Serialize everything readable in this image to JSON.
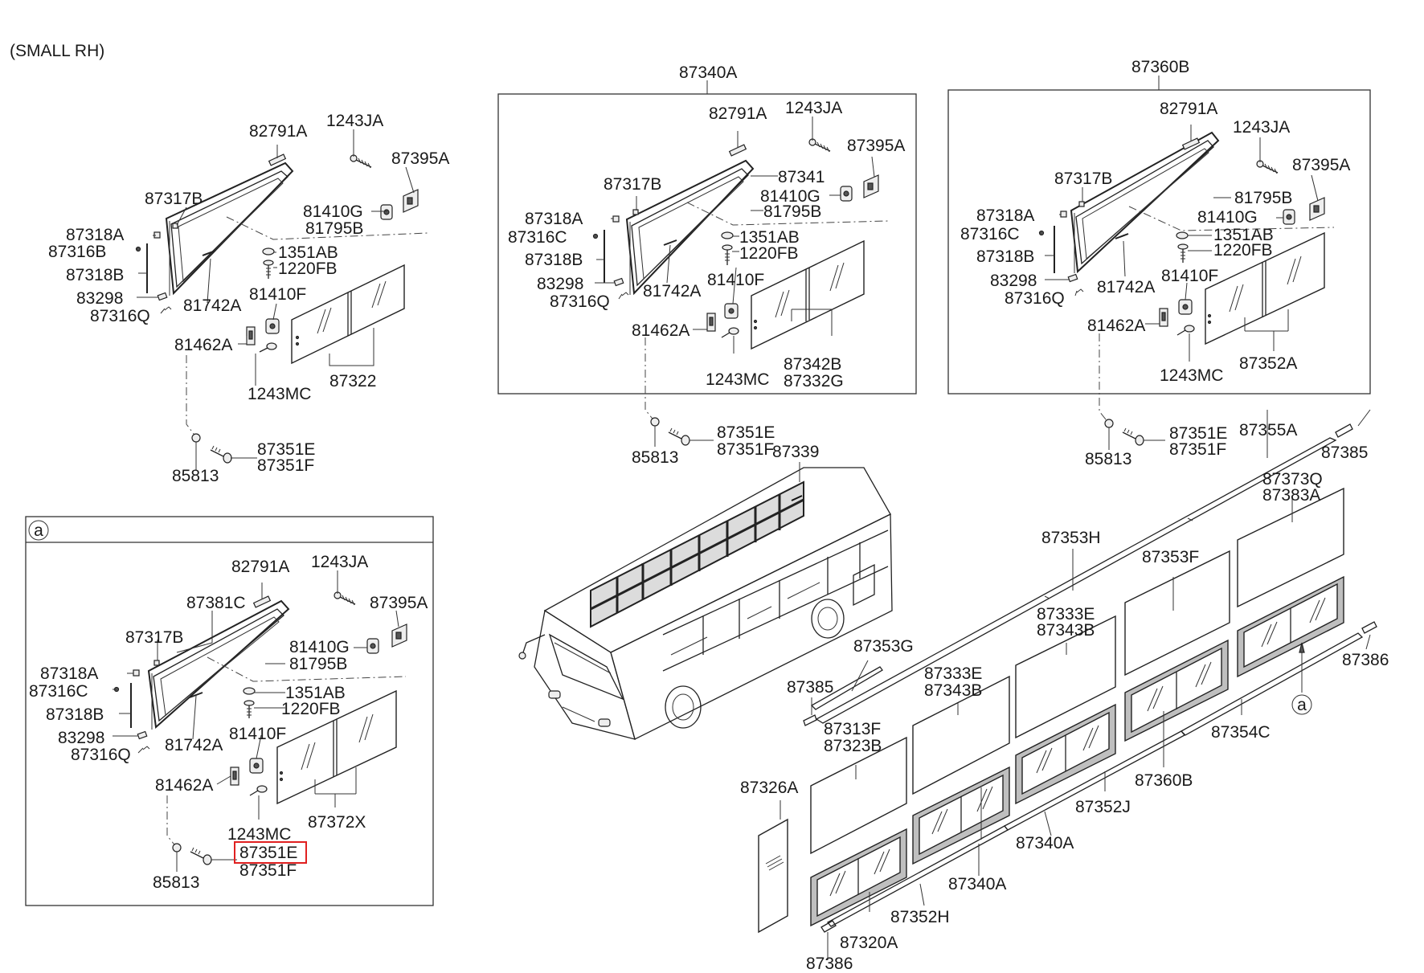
{
  "title": "(SMALL RH)",
  "callout": "a",
  "callout_b": "a",
  "labels": {
    "p1_82791A": "82791A",
    "p1_1243JA": "1243JA",
    "p1_87395A": "87395A",
    "p1_87317B": "87317B",
    "p1_81410G": "81410G",
    "p1_81795B": "81795B",
    "p1_87318A": "87318A",
    "p1_87316B": "87316B",
    "p1_1351AB": "1351AB",
    "p1_87318B": "87318B",
    "p1_1220FB": "1220FB",
    "p1_83298": "83298",
    "p1_81742A": "81742A",
    "p1_81410F": "81410F",
    "p1_87316Q": "87316Q",
    "p1_81462A": "81462A",
    "p1_87322": "87322",
    "p1_1243MC": "1243MC",
    "p1_87351E": "87351E",
    "p1_87351F": "87351F",
    "p1_85813": "85813",
    "p2_87340A": "87340A",
    "p2_82791A": "82791A",
    "p2_1243JA": "1243JA",
    "p2_87395A": "87395A",
    "p2_87317B": "87317B",
    "p2_87341": "87341",
    "p2_81410G": "81410G",
    "p2_87318A": "87318A",
    "p2_81795B": "81795B",
    "p2_87316C": "87316C",
    "p2_1351AB": "1351AB",
    "p2_87318B": "87318B",
    "p2_1220FB": "1220FB",
    "p2_83298": "83298",
    "p2_81742A": "81742A",
    "p2_81410F": "81410F",
    "p2_87316Q": "87316Q",
    "p2_81462A": "81462A",
    "p2_87342B": "87342B",
    "p2_1243MC": "1243MC",
    "p2_87332G": "87332G",
    "p2_87351E": "87351E",
    "p2_87351F": "87351F",
    "p2_85813": "85813",
    "p3_87360B": "87360B",
    "p3_82791A": "82791A",
    "p3_1243JA": "1243JA",
    "p3_87395A": "87395A",
    "p3_87317B": "87317B",
    "p3_81795B": "81795B",
    "p3_87318A": "87318A",
    "p3_81410G": "81410G",
    "p3_87316C": "87316C",
    "p3_1351AB": "1351AB",
    "p3_87318B": "87318B",
    "p3_1220FB": "1220FB",
    "p3_83298": "83298",
    "p3_81742A": "81742A",
    "p3_81410F": "81410F",
    "p3_87316Q": "87316Q",
    "p3_81462A": "81462A",
    "p3_87352A": "87352A",
    "p3_1243MC": "1243MC",
    "p3_87351E": "87351E",
    "p3_87355A": "87355A",
    "p3_87351F": "87351F",
    "p3_87385": "87385",
    "p3_85813": "85813",
    "p4_82791A": "82791A",
    "p4_1243JA": "1243JA",
    "p4_87381C": "87381C",
    "p4_87395A": "87395A",
    "p4_87317B": "87317B",
    "p4_81410G": "81410G",
    "p4_81795B": "81795B",
    "p4_87318A": "87318A",
    "p4_87316C": "87316C",
    "p4_1351AB": "1351AB",
    "p4_87318B": "87318B",
    "p4_1220FB": "1220FB",
    "p4_81410F": "81410F",
    "p4_83298": "83298",
    "p4_81742A": "81742A",
    "p4_87316Q": "87316Q",
    "p4_81462A": "81462A",
    "p4_87372X": "87372X",
    "p4_1243MC": "1243MC",
    "p4_87351E": "87351E",
    "p4_87351F": "87351F",
    "p4_85813": "85813",
    "b_87339": "87339",
    "b_87373Q": "87373Q",
    "b_87383A": "87383A",
    "b_87353H": "87353H",
    "b_87353F": "87353F",
    "b_87333E_1": "87333E",
    "b_87343B_1": "87343B",
    "b_87353G": "87353G",
    "b_87386_r": "87386",
    "b_87333E_2": "87333E",
    "b_87343B_2": "87343B",
    "b_87385": "87385",
    "b_87313F": "87313F",
    "b_87323B": "87323B",
    "b_87354C": "87354C",
    "b_87360B": "87360B",
    "b_87326A": "87326A",
    "b_87352J": "87352J",
    "b_87340A_1": "87340A",
    "b_87340A_2": "87340A",
    "b_87352H": "87352H",
    "b_87320A": "87320A",
    "b_87386_b": "87386"
  }
}
